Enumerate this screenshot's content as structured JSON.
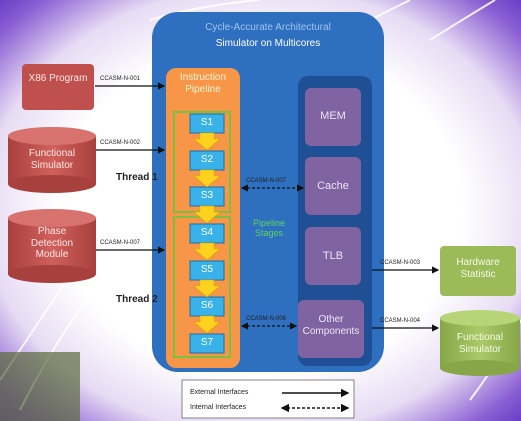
{
  "sim_title_line1": "Cycle-Accurate Architectural",
  "sim_title_line2": "Simulator on Multicores",
  "pipeline_title": "Instruction Pipeline",
  "stages": [
    "S1",
    "S2",
    "S3",
    "S4",
    "S5",
    "S6",
    "S7"
  ],
  "pipeline_stages_label": "Pipeline Stages",
  "thread1": "Thread 1",
  "thread2": "Thread 2",
  "inputs": [
    {
      "label": "X86 Program",
      "iface": "CCASM-N-001"
    },
    {
      "label": "Functional Simulator",
      "iface": "CCASM-N-002"
    },
    {
      "label": "Phase Detection Module",
      "iface": "CCASM-N-007"
    }
  ],
  "components": [
    {
      "label": "MEM"
    },
    {
      "label": "Cache",
      "iface": "CCASM-N-007"
    },
    {
      "label": "TLB"
    },
    {
      "label": "Other Components",
      "iface": "CCASM-N-006"
    }
  ],
  "outputs": [
    {
      "label": "Hardware Statistic",
      "iface": "CCASM-N-003"
    },
    {
      "label": "Functional Simulator",
      "iface": "CCASM-N-004"
    }
  ],
  "legend": {
    "external": "External Interfaces",
    "internal": "Internal Interfaces"
  },
  "colors": {
    "red_box": "#c0504d",
    "blue_panel": "#2e6fbf",
    "orange": "#f79646",
    "cyan_stage": "#38b2e8",
    "yellow_arrow": "#ffd21f",
    "purple": "#8064a2",
    "green": "#9bbb59"
  }
}
